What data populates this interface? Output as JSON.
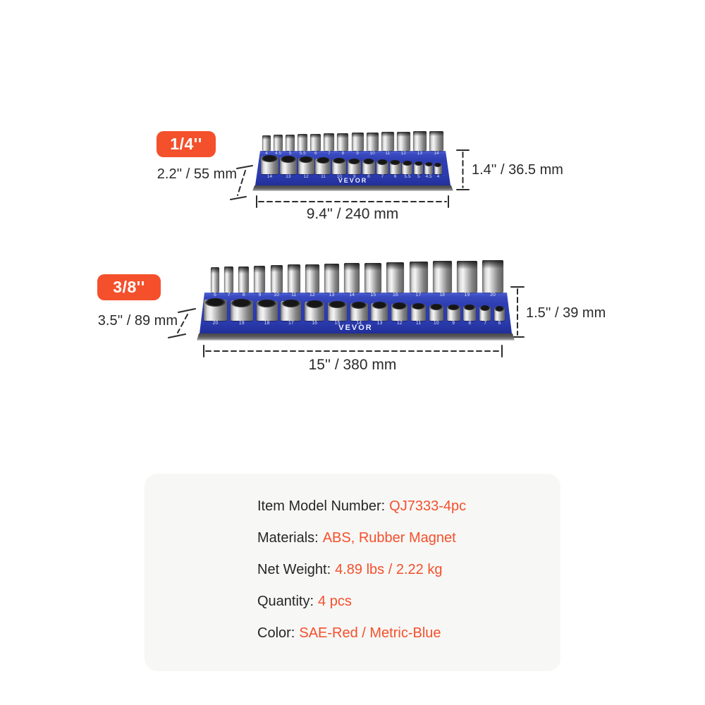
{
  "accent": "#f4502c",
  "colors": {
    "tray_blue": "#2c3cae",
    "badge_orange": "#f4502c",
    "spec_value_orange": "#f4502c",
    "spec_box_bg": "#f7f7f5",
    "dim_text": "#2a2a2a",
    "socket_chrome": "#c9c9c9"
  },
  "trays": [
    {
      "badge": "1/4''",
      "brand": "VEVOR",
      "dims": {
        "depth": "2.2'' / 55 mm",
        "height": "1.4'' / 36.5 mm",
        "width": "9.4'' / 240 mm"
      },
      "deep_sockets": [
        "4",
        "4.5",
        "5",
        "5.5",
        "6",
        "7",
        "8",
        "9",
        "10",
        "11",
        "12",
        "13",
        "14"
      ],
      "shallow_sockets": [
        "14",
        "13",
        "12",
        "11",
        "10",
        "9",
        "8",
        "7",
        "6",
        "5.5",
        "5",
        "4.5",
        "4"
      ]
    },
    {
      "badge": "3/8''",
      "brand": "VEVOR",
      "dims": {
        "depth": "3.5'' / 89 mm",
        "height": "1.5'' / 39 mm",
        "width": "15'' / 380 mm"
      },
      "deep_sockets": [
        "6",
        "7",
        "8",
        "9",
        "10",
        "11",
        "12",
        "13",
        "14",
        "15",
        "16",
        "17",
        "18",
        "19",
        "20"
      ],
      "shallow_sockets": [
        "20",
        "19",
        "18",
        "17",
        "16",
        "15",
        "14",
        "13",
        "12",
        "11",
        "10",
        "9",
        "8",
        "7",
        "6"
      ]
    }
  ],
  "specs": [
    {
      "label": "Item Model Number:",
      "value": "QJ7333-4pc"
    },
    {
      "label": "Materials:",
      "value": "ABS, Rubber Magnet"
    },
    {
      "label": "Net Weight:",
      "value": "4.89 lbs / 2.22 kg"
    },
    {
      "label": "Quantity:",
      "value": "4 pcs"
    },
    {
      "label": "Color:",
      "value": "SAE-Red / Metric-Blue"
    }
  ]
}
